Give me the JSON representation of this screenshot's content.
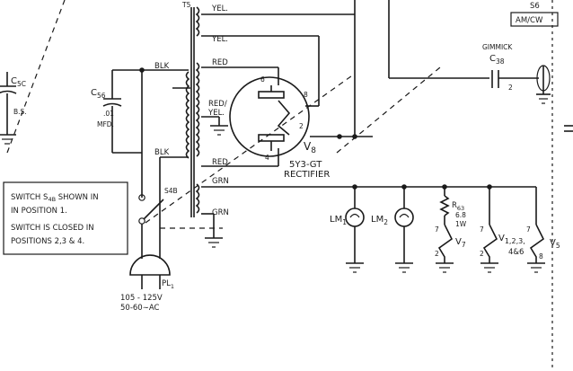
{
  "transformer": {
    "ref": "T5",
    "sec_top_1": "YEL.",
    "sec_top_2": "YEL.",
    "sec_red": "RED",
    "sec_red_yel": "RED/",
    "sec_red_yel_2": "YEL.",
    "sec_red_bottom": "RED",
    "pri_blk_top": "BLK",
    "pri_blk_bottom": "BLK",
    "fil_grn_1": "GRN",
    "fil_grn_2": "GRN"
  },
  "tube": {
    "ref": "V",
    "ref_sub": "8",
    "type": "5Y3-GT",
    "name": "RECTIFIER",
    "pin_6": "6",
    "pin_8": "8",
    "pin_2": "2",
    "pin_4": "4"
  },
  "capacitor_c56": {
    "ref": "C",
    "ref_sub": "56",
    "value": ".01",
    "unit": "MFD."
  },
  "capacitor_c5c": {
    "ref": "C",
    "ref_sub": "5C",
    "note": "B.S."
  },
  "switch_s6": {
    "ref": "S6",
    "position": "AM/CW"
  },
  "gimmick": {
    "label": "GIMMICK",
    "ref": "C",
    "ref_sub": "38",
    "pin": "2"
  },
  "switch_s4b": {
    "ref": "S4B"
  },
  "switch_note": {
    "line1_a": "SWITCH S",
    "line1_sub": "4B",
    "line1_b": " SHOWN IN",
    "line2": "IN POSITION 1.",
    "line3": "SWITCH IS CLOSED IN",
    "line4": "POSITIONS 2,3 & 4."
  },
  "plug": {
    "ref": "PL",
    "ref_sub": "1",
    "voltage": "105 - 125V",
    "frequency": "50-60∼AC"
  },
  "lamps": [
    {
      "ref": "LM",
      "sub": "1"
    },
    {
      "ref": "LM",
      "sub": "2"
    }
  ],
  "resistor_r63": {
    "ref": "R",
    "ref_sub": "63",
    "value": "6.8",
    "watt": "1W",
    "pin_top": "7",
    "pin_bottom": "2"
  },
  "filament_v7": {
    "ref": "V",
    "ref_sub": "7"
  },
  "filament_v1": {
    "ref_1": "V",
    "ref_1_sub": "1,2,3,",
    "ref_2": "4&6",
    "pin_top": "7",
    "pin_bottom": "2"
  },
  "filament_v5": {
    "ref": "V",
    "ref_sub": "5",
    "pin_top": "7",
    "pin_bottom": "8"
  }
}
